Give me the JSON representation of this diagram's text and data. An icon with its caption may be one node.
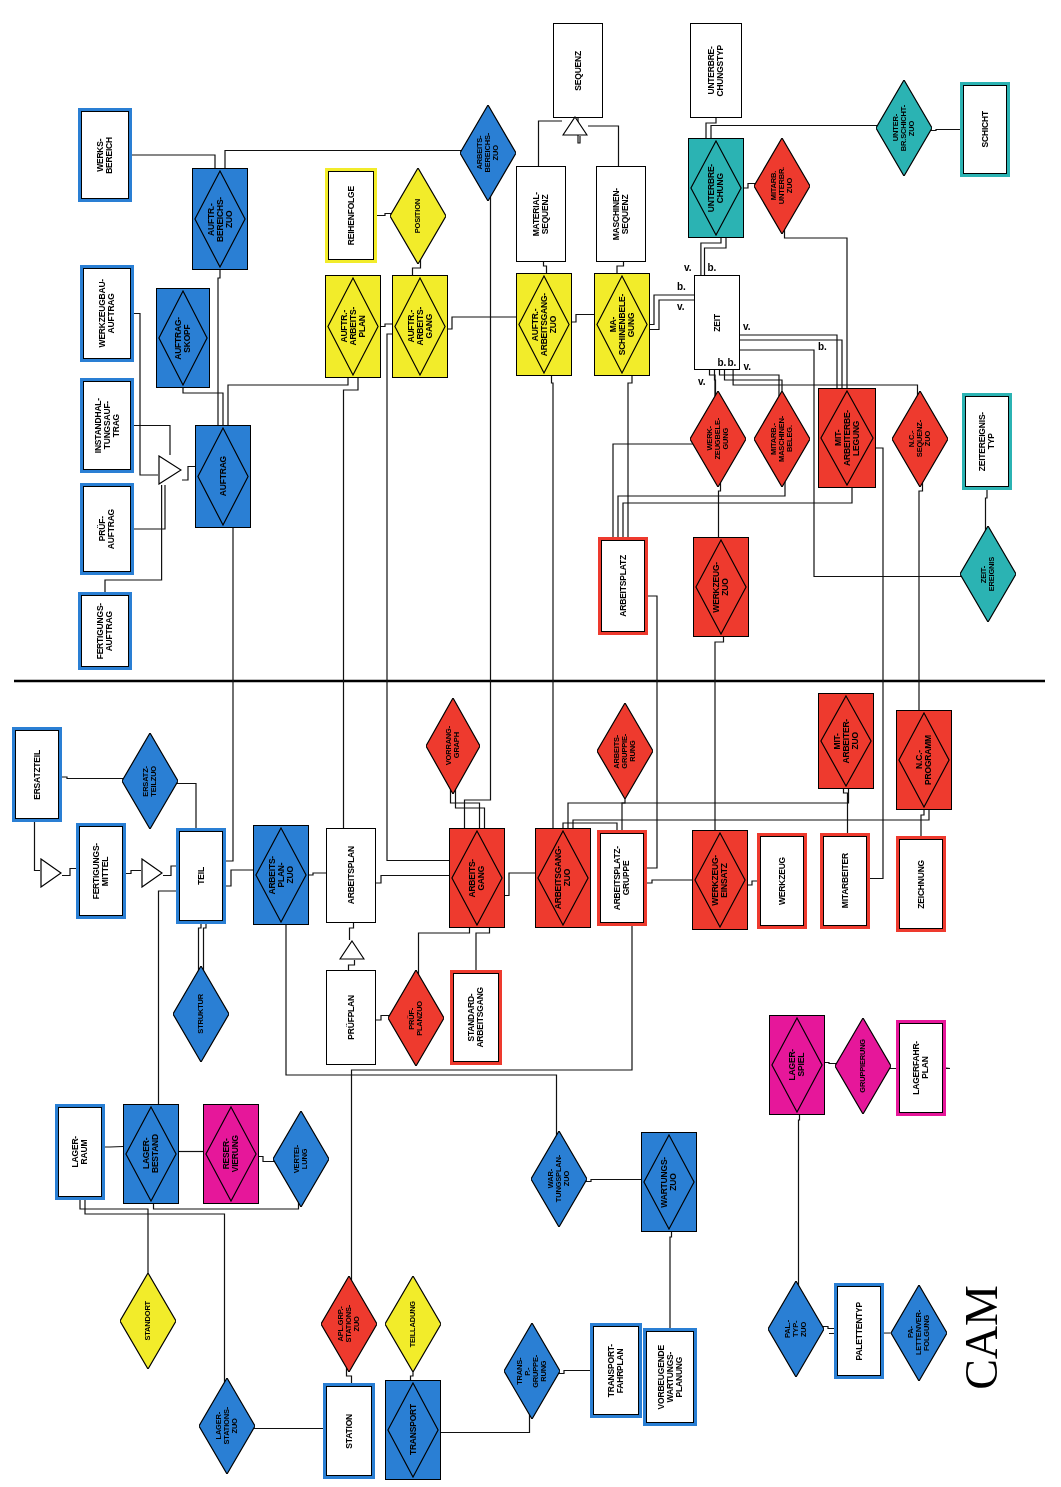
{
  "diagram": {
    "nodes": [
      {
        "text": [
          "FERTIGUNGS- AUFTRAG"
        ]
      },
      {
        "text": [
          "PRÜF- AUFTRAG"
        ]
      },
      {
        "text": [
          "INSTANDHAL- TUNGSAUF- TRAG"
        ]
      },
      {
        "text": [
          "WERKZEUGBAU- AUFTRAG"
        ]
      },
      {
        "text": [
          "WERKS- BEREICH"
        ]
      },
      {
        "text": [
          "AUFTRAG"
        ]
      },
      {
        "text": [
          "AUFTRAG- SKOPF"
        ]
      },
      {
        "text": [
          "AUFTR.- BEREICHS- ZUO"
        ]
      },
      {
        "text": [
          "ARBEITS- BEREICHS- ZUO"
        ]
      },
      {
        "text": [
          "REIHENFOLGE"
        ]
      },
      {
        "text": [
          "POSITION"
        ]
      },
      {
        "text": [
          "AUFTR.- ARBEITS- PLAN"
        ]
      },
      {
        "text": [
          "AUFTR.- ARBEITS- GANG"
        ]
      },
      {
        "text": [
          "SEQUENZ"
        ]
      },
      {
        "text": [
          "MATERIAL- SEQUENZ"
        ]
      },
      {
        "text": [
          "MASCHINEN- SEQUENZ"
        ]
      },
      {
        "text": [
          "AUFTR.- ARBEITSGANG- ZUO"
        ]
      },
      {
        "text": [
          "MA- SCHINENBELE- GUNG"
        ]
      },
      {
        "text": [
          "UNTERBRE- CHUNGSTYP"
        ]
      },
      {
        "text": [
          "UNTERBRE- CHUNG"
        ]
      },
      {
        "text": [
          "MITARB. UNTERBR. ZUO"
        ]
      },
      {
        "text": [
          "UNTER- BR.SCHICHT- ZUO"
        ]
      },
      {
        "text": [
          "SCHICHT"
        ]
      },
      {
        "text": [
          "ZEIT"
        ]
      },
      {
        "text": [
          "WERK- ZEUGBELE- GUNG"
        ]
      },
      {
        "text": [
          "MITARB.- MASCHINEN- BELEG."
        ]
      },
      {
        "text": [
          "MIT- ARBEITERBE- LEGUNG"
        ]
      },
      {
        "text": [
          "N.C.- SEQUENZ- ZUO"
        ]
      },
      {
        "text": [
          "ZEITEREIGNIS- TYP"
        ]
      },
      {
        "text": [
          "ZEIT- EREIGNIS"
        ]
      },
      {
        "text": [
          "ARBEITSPLATZ"
        ]
      },
      {
        "text": [
          "WERKZEUG- ZUO"
        ]
      },
      {
        "text": [
          "ERSATZTEIL"
        ]
      },
      {
        "text": [
          "ERSATZ- TEILZUO"
        ]
      },
      {
        "text": [
          "FERTIGUNGS- MITTEL"
        ]
      },
      {
        "text": [
          "TEIL"
        ]
      },
      {
        "text": [
          "STRUKTUR"
        ]
      },
      {
        "text": [
          "ARBEITS- PLAN- ZUO"
        ]
      },
      {
        "text": [
          "ARBEITSPLAN"
        ]
      },
      {
        "text": [
          "PRÜFPLAN"
        ]
      },
      {
        "text": [
          "PRÜF- PLANZUO"
        ]
      },
      {
        "text": [
          "VORRANG- GRAPH"
        ]
      },
      {
        "text": [
          "ARBEITS- GANG"
        ]
      },
      {
        "text": [
          "STANDARD- ARBEITSGANG"
        ]
      },
      {
        "text": [
          "ARBEITSGANG- ZUO"
        ]
      },
      {
        "text": [
          "ARBEITS- GRUPPIE- RUNG"
        ]
      },
      {
        "text": [
          "ARBEITSPLATZ- GRUPPE"
        ]
      },
      {
        "text": [
          "WERKZEUG- EINSATZ"
        ]
      },
      {
        "text": [
          "WERKZEUG"
        ]
      },
      {
        "text": [
          "MIT- ARBEITER- ZUO"
        ]
      },
      {
        "text": [
          "MITARBEITER"
        ]
      },
      {
        "text": [
          "N.C.- PROGRAMM"
        ]
      },
      {
        "text": [
          "ZEICHNUNG"
        ]
      },
      {
        "text": [
          "LAGER- SPIEL"
        ]
      },
      {
        "text": [
          "GRUPPIERUNG"
        ]
      },
      {
        "text": [
          "LAGERFAHR- PLAN"
        ]
      },
      {
        "text": [
          "LAGER- RAUM"
        ]
      },
      {
        "text": [
          "LAGER- BESTAND"
        ]
      },
      {
        "text": [
          "RESER- VIERUNG"
        ]
      },
      {
        "text": [
          "VERTEI- LUNG"
        ]
      },
      {
        "text": [
          "WAR- TUNGSPLAN- ZUO"
        ]
      },
      {
        "text": [
          "WARTUNGS- ZUO"
        ]
      },
      {
        "text": [
          "STANDORT"
        ]
      },
      {
        "text": [
          "APL.GRP.- STATIONS- ZUO"
        ]
      },
      {
        "text": [
          "TEILLADUNG"
        ]
      },
      {
        "text": [
          "LAGER- STATIONS- ZUO"
        ]
      },
      {
        "text": [
          "STATION"
        ]
      },
      {
        "text": [
          "TRANSPORT"
        ]
      },
      {
        "text": [
          "TRANS- P.-GRUPPE- RUNG"
        ]
      },
      {
        "text": [
          "TRANSPORT- FAHRPLAN"
        ]
      },
      {
        "text": [
          "VORBEUGENDE WARTUNGS- PLANUNG"
        ]
      },
      {
        "text": [
          "PAL.-TYP- ZUO"
        ]
      },
      {
        "text": [
          "PALETTENTYP"
        ]
      },
      {
        "text": [
          "PA- LETTENVER- FOLGUNG"
        ]
      },
      {
        "text": [],
        "shape": "triangle"
      },
      {
        "text": [],
        "shape": "triangle"
      },
      {
        "text": [],
        "shape": "triangle"
      },
      {
        "text": [],
        "shape": "triangle"
      },
      {
        "text": [],
        "shape": "triangle"
      }
    ],
    "edges": [
      {
        "from": 0,
        "to": 74,
        "arrow": "none"
      },
      {
        "from": 1,
        "to": 74,
        "arrow": "none"
      },
      {
        "from": 2,
        "to": 74,
        "arrow": "none"
      },
      {
        "from": 3,
        "to": 74,
        "arrow": "none"
      },
      {
        "from": 74,
        "to": 5,
        "arrow": "none"
      },
      {
        "from": 4,
        "to": 7,
        "arrow": "none"
      },
      {
        "from": 7,
        "to": 5,
        "arrow": "none"
      },
      {
        "from": 6,
        "to": 5,
        "arrow": "none"
      },
      {
        "from": 7,
        "to": 8,
        "arrow": "none"
      },
      {
        "from": 5,
        "to": 11,
        "arrow": "none"
      },
      {
        "from": 9,
        "to": 10,
        "arrow": "none"
      },
      {
        "from": 10,
        "to": 12,
        "arrow": "none"
      },
      {
        "from": 11,
        "to": 12,
        "arrow": "none"
      },
      {
        "from": 12,
        "to": 16,
        "arrow": "none"
      },
      {
        "from": 16,
        "to": 17,
        "arrow": "none"
      },
      {
        "from": 14,
        "to": 75,
        "arrow": "none"
      },
      {
        "from": 15,
        "to": 75,
        "arrow": "none"
      },
      {
        "from": 75,
        "to": 13,
        "arrow": "none"
      },
      {
        "from": 14,
        "to": 16,
        "arrow": "none"
      },
      {
        "from": 15,
        "to": 17,
        "arrow": "none"
      },
      {
        "from": 17,
        "to": 23,
        "label": "b.",
        "arrow": "none"
      },
      {
        "from": 17,
        "to": 23,
        "label": "v.",
        "arrow": "none"
      },
      {
        "from": 18,
        "to": 19,
        "arrow": "none"
      },
      {
        "from": 19,
        "to": 21,
        "arrow": "none"
      },
      {
        "from": 21,
        "to": 22,
        "arrow": "none"
      },
      {
        "from": 19,
        "to": 20,
        "arrow": "none"
      },
      {
        "from": 19,
        "to": 23,
        "label": "v.",
        "arrow": "none"
      },
      {
        "from": 19,
        "to": 23,
        "label": "b.",
        "arrow": "none"
      },
      {
        "from": 23,
        "to": 24,
        "label": "v.",
        "arrow": "none"
      },
      {
        "from": 23,
        "to": 24,
        "label": "b.",
        "arrow": "none"
      },
      {
        "from": 23,
        "to": 25,
        "label": "v.",
        "arrow": "none"
      },
      {
        "from": 23,
        "to": 25,
        "label": "b.",
        "arrow": "none"
      },
      {
        "from": 23,
        "to": 26,
        "label": "v.",
        "arrow": "none"
      },
      {
        "from": 23,
        "to": 26,
        "label": "b.",
        "arrow": "none"
      },
      {
        "from": 20,
        "to": 26,
        "arrow": "none"
      },
      {
        "from": 23,
        "to": 27,
        "arrow": "none"
      },
      {
        "from": 28,
        "to": 29,
        "arrow": "none"
      },
      {
        "from": 29,
        "to": 23,
        "arrow": "none"
      },
      {
        "from": 24,
        "to": 31,
        "arrow": "none"
      },
      {
        "from": 24,
        "to": 30,
        "arrow": "none"
      },
      {
        "from": 25,
        "to": 30,
        "arrow": "none"
      },
      {
        "from": 26,
        "to": 30,
        "arrow": "none"
      },
      {
        "from": 17,
        "to": 30,
        "arrow": "none"
      },
      {
        "from": 5,
        "to": 35,
        "arrow": "none"
      },
      {
        "from": 11,
        "to": 38,
        "arrow": "none"
      },
      {
        "from": 12,
        "to": 42,
        "arrow": "none"
      },
      {
        "from": 8,
        "to": 42,
        "arrow": "none"
      },
      {
        "from": 16,
        "to": 44,
        "arrow": "none"
      },
      {
        "from": 30,
        "to": 46,
        "arrow": "none"
      },
      {
        "from": 31,
        "to": 47,
        "arrow": "none"
      },
      {
        "from": 26,
        "to": 50,
        "arrow": "none"
      },
      {
        "from": 27,
        "to": 51,
        "arrow": "none"
      },
      {
        "from": 32,
        "to": 76,
        "arrow": "none"
      },
      {
        "from": 76,
        "to": 34,
        "arrow": "none"
      },
      {
        "from": 34,
        "to": 77,
        "arrow": "none"
      },
      {
        "from": 77,
        "to": 35,
        "arrow": "none"
      },
      {
        "from": 32,
        "to": 33,
        "arrow": "none"
      },
      {
        "from": 33,
        "to": 35,
        "arrow": "none"
      },
      {
        "from": 35,
        "to": 36,
        "arrow": "none"
      },
      {
        "from": 35,
        "to": 36,
        "arrow": "none"
      },
      {
        "from": 35,
        "to": 37,
        "arrow": "none"
      },
      {
        "from": 37,
        "to": 38,
        "arrow": "none"
      },
      {
        "from": 38,
        "to": 78,
        "arrow": "none"
      },
      {
        "from": 78,
        "to": 39,
        "arrow": "none"
      },
      {
        "from": 39,
        "to": 40,
        "arrow": "none"
      },
      {
        "from": 40,
        "to": 42,
        "arrow": "none"
      },
      {
        "from": 38,
        "to": 42,
        "arrow": "none"
      },
      {
        "from": 42,
        "to": 41,
        "arrow": "none"
      },
      {
        "from": 42,
        "to": 41,
        "arrow": "none"
      },
      {
        "from": 42,
        "to": 43,
        "arrow": "none"
      },
      {
        "from": 42,
        "to": 44,
        "arrow": "none"
      },
      {
        "from": 44,
        "to": 46,
        "arrow": "none"
      },
      {
        "from": 46,
        "to": 45,
        "arrow": "none"
      },
      {
        "from": 46,
        "to": 47,
        "arrow": "none"
      },
      {
        "from": 47,
        "to": 48,
        "arrow": "none"
      },
      {
        "from": 49,
        "to": 50,
        "arrow": "none"
      },
      {
        "from": 44,
        "to": 49,
        "arrow": "none"
      },
      {
        "from": 51,
        "to": 52,
        "arrow": "none"
      },
      {
        "from": 44,
        "to": 51,
        "arrow": "none"
      },
      {
        "from": 53,
        "to": 54,
        "arrow": "none"
      },
      {
        "from": 54,
        "to": 55,
        "arrow": "none"
      },
      {
        "from": 56,
        "to": 57,
        "arrow": "none"
      },
      {
        "from": 57,
        "to": 58,
        "arrow": "none"
      },
      {
        "from": 57,
        "to": 59,
        "arrow": "none"
      },
      {
        "from": 58,
        "to": 59,
        "arrow": "none"
      },
      {
        "from": 57,
        "to": 35,
        "arrow": "none"
      },
      {
        "from": 56,
        "to": 62,
        "arrow": "none"
      },
      {
        "from": 56,
        "to": 65,
        "arrow": "none"
      },
      {
        "from": 65,
        "to": 66,
        "arrow": "none"
      },
      {
        "from": 66,
        "to": 63,
        "arrow": "none"
      },
      {
        "from": 63,
        "to": 46,
        "arrow": "none"
      },
      {
        "from": 67,
        "to": 64,
        "arrow": "none"
      },
      {
        "from": 67,
        "to": 68,
        "arrow": "none"
      },
      {
        "from": 68,
        "to": 69,
        "arrow": "none"
      },
      {
        "from": 37,
        "to": 60,
        "arrow": "none"
      },
      {
        "from": 60,
        "to": 61,
        "arrow": "none"
      },
      {
        "from": 61,
        "to": 70,
        "arrow": "none"
      },
      {
        "from": 71,
        "to": 72,
        "arrow": "none"
      },
      {
        "from": 72,
        "to": 73,
        "arrow": "none"
      },
      {
        "from": 53,
        "to": 71,
        "arrow": "none"
      }
    ],
    "labels": [
      "CAM"
    ]
  }
}
